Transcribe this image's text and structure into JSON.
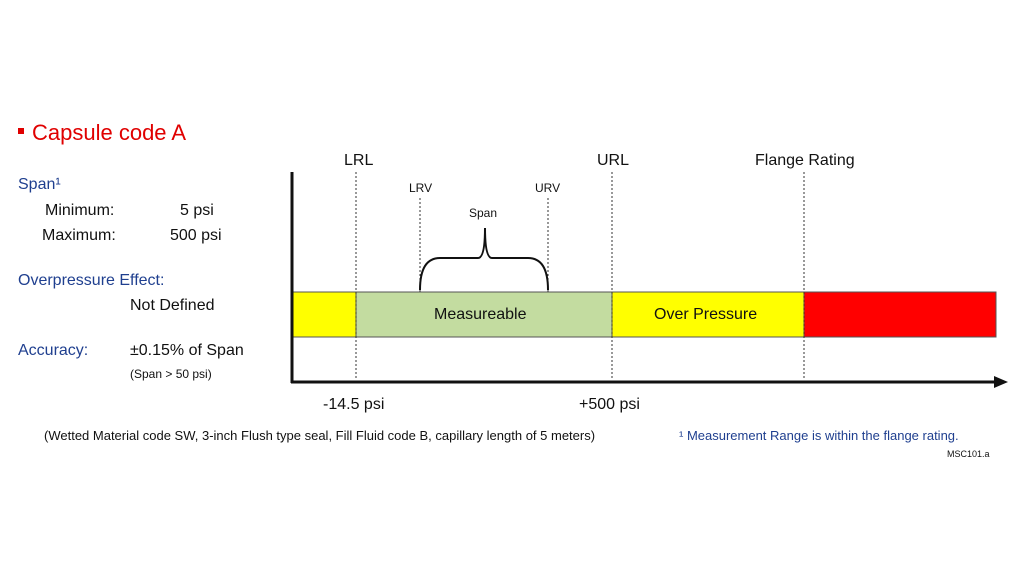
{
  "heading": "Capsule code A",
  "span": {
    "label": "Span¹",
    "minimum_label": "Minimum:",
    "minimum_value": "5 psi",
    "maximum_label": "Maximum:",
    "maximum_value": "500 psi"
  },
  "overpressure": {
    "label": "Overpressure Effect:",
    "value": "Not Defined"
  },
  "accuracy": {
    "label": "Accuracy:",
    "value": "±0.15% of Span",
    "note": "(Span > 50 psi)"
  },
  "diagram": {
    "markers": {
      "lrl": "LRL",
      "url": "URL",
      "flange": "Flange Rating",
      "lrv": "LRV",
      "urv": "URV",
      "span": "Span"
    },
    "zones": {
      "measureable": "Measureable",
      "over_pressure": "Over Pressure"
    },
    "axis": {
      "low": "-14.5 psi",
      "high": "+500 psi"
    },
    "colors": {
      "yellow": "#ffff00",
      "green": "#c3dca0",
      "red": "#ff0000"
    }
  },
  "footnote_left": "(Wetted Material code SW, 3-inch Flush type seal, Fill Fluid code B, capillary length of 5 meters)",
  "footnote_right": "¹ Measurement Range is within the flange rating.",
  "doc_code": "MSC101.a"
}
